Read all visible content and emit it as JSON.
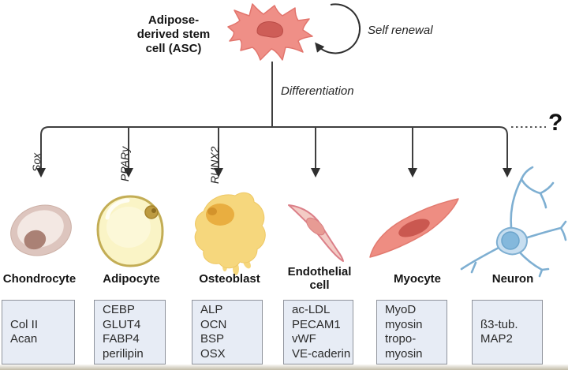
{
  "diagram": {
    "title": "Adipose-\nderived stem\ncell (ASC)",
    "self_renewal_label": "Self renewal",
    "differentiation_label": "Differentiation",
    "unknown_label": "?"
  },
  "lineages": [
    {
      "gene": "Sox",
      "cell": "Chondrocyte",
      "markers": "Col II\nAcan"
    },
    {
      "gene": "PPARy",
      "cell": "Adipocyte",
      "markers": "CEBP\nGLUT4\nFABP4\nperilipin"
    },
    {
      "gene": "RUNX2",
      "cell": "Osteoblast",
      "markers": "ALP\nOCN\nBSP\nOSX"
    },
    {
      "cell": "Endothelial\ncell",
      "markers": "ac-LDL\nPECAM1\nvWF\nVE-caderin"
    },
    {
      "cell": "Myocyte",
      "markers": "MyoD\nmyosin\ntropo-\nmyosin"
    },
    {
      "cell": "Neuron",
      "markers": "ß3-tub.\nMAP2"
    }
  ],
  "colors": {
    "line": "#3f3f3f",
    "stem_cell_fill": "#ef8f87",
    "stem_cell_nucleus": "#ce5d57",
    "chondrocyte_outer": "#ddc5be",
    "chondrocyte_inner": "#f3e8e3",
    "chondrocyte_nucleus": "#aa8175",
    "adipocyte_fill": "#faf4c6",
    "adipocyte_border": "#c3ad55",
    "osteoblast_fill": "#f6d77d",
    "osteoblast_nucleus": "#e9ae40",
    "endothelial_fill": "#f3cbc5",
    "endothelial_border": "#db7f88",
    "myocyte_fill": "#ee8d82",
    "myocyte_nucleus": "#ca5850",
    "neuron_stroke": "#7eafd2",
    "neuron_soma_fill": "#c7def0",
    "marker_box_fill": "#e7ecf5",
    "marker_box_border": "#8f939c"
  }
}
